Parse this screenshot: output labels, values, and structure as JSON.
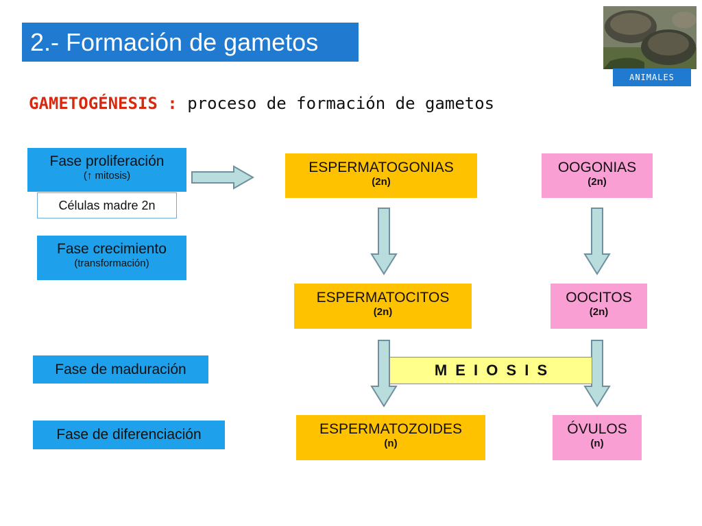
{
  "title": "2.- Formación de gametos",
  "photo": {
    "label": "ANIMALES"
  },
  "subtitle": {
    "term": "GAMETOGÉNESIS :",
    "definition": "proceso de formación de gametos"
  },
  "phases": {
    "proliferation": {
      "label": "Fase proliferación",
      "note": "(↑ mitosis)",
      "cells": "Células madre 2n"
    },
    "growth": {
      "label": "Fase crecimiento",
      "note": "(transformación)"
    },
    "maturation": {
      "label": "Fase de maduración"
    },
    "differentiation": {
      "label": "Fase de diferenciación"
    }
  },
  "male": {
    "gonia": {
      "label": "ESPERMATOGONIAS",
      "ploidy": "(2n)"
    },
    "cyte": {
      "label": "ESPERMATOCITOS",
      "ploidy": "(2n)"
    },
    "gamete": {
      "label": "ESPERMATOZOIDES",
      "ploidy": "(n)"
    }
  },
  "female": {
    "gonia": {
      "label": "OOGONIAS",
      "ploidy": "(2n)"
    },
    "cyte": {
      "label": "OOCITOS",
      "ploidy": "(2n)"
    },
    "gamete": {
      "label": "ÓVULOS",
      "ploidy": "(n)"
    }
  },
  "meiosis": "M  E  I  O  S  I  S",
  "colors": {
    "title_bg": "#1f7ad0",
    "phase_bg": "#1ea0ea",
    "male_bg": "#fec200",
    "female_bg": "#f99fd3",
    "meiosis_bg": "#ffff8c",
    "arrow_fill": "#b9dcdc",
    "term_color": "#d62a10"
  }
}
